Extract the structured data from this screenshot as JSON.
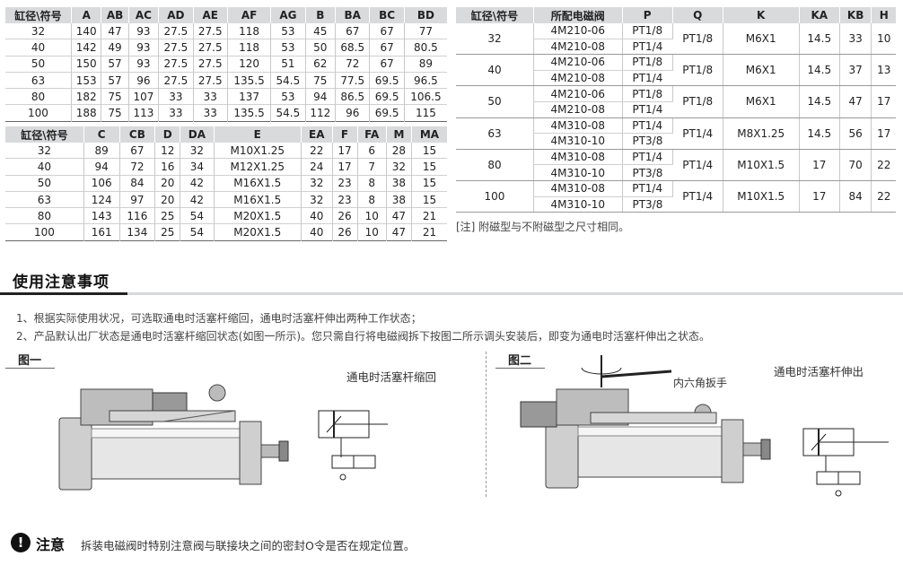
{
  "table1": {
    "headers": [
      "缸径\\符号",
      "A",
      "AB",
      "AC",
      "AD",
      "AE",
      "AF",
      "AG",
      "B",
      "BA",
      "BC",
      "BD"
    ],
    "rows": [
      [
        "32",
        "140",
        "47",
        "93",
        "27.5",
        "27.5",
        "118",
        "53",
        "45",
        "67",
        "67",
        "77"
      ],
      [
        "40",
        "142",
        "49",
        "93",
        "27.5",
        "27.5",
        "118",
        "53",
        "50",
        "68.5",
        "67",
        "80.5"
      ],
      [
        "50",
        "150",
        "57",
        "93",
        "27.5",
        "27.5",
        "120",
        "51",
        "62",
        "72",
        "67",
        "89"
      ],
      [
        "63",
        "153",
        "57",
        "96",
        "27.5",
        "27.5",
        "135.5",
        "54.5",
        "75",
        "77.5",
        "69.5",
        "96.5"
      ],
      [
        "80",
        "182",
        "75",
        "107",
        "33",
        "33",
        "137",
        "53",
        "94",
        "86.5",
        "69.5",
        "106.5"
      ],
      [
        "100",
        "188",
        "75",
        "113",
        "33",
        "33",
        "135.5",
        "54.5",
        "112",
        "96",
        "69.5",
        "115"
      ]
    ]
  },
  "table2": {
    "headers": [
      "缸径\\符号",
      "C",
      "CB",
      "D",
      "DA",
      "E",
      "EA",
      "F",
      "FA",
      "M",
      "MA"
    ],
    "rows": [
      [
        "32",
        "89",
        "67",
        "12",
        "32",
        "M10X1.25",
        "22",
        "17",
        "6",
        "28",
        "15"
      ],
      [
        "40",
        "94",
        "72",
        "16",
        "34",
        "M12X1.25",
        "24",
        "17",
        "7",
        "32",
        "15"
      ],
      [
        "50",
        "106",
        "84",
        "20",
        "42",
        "M16X1.5",
        "32",
        "23",
        "8",
        "38",
        "15"
      ],
      [
        "63",
        "124",
        "97",
        "20",
        "42",
        "M16X1.5",
        "32",
        "23",
        "8",
        "38",
        "15"
      ],
      [
        "80",
        "143",
        "116",
        "25",
        "54",
        "M20X1.5",
        "40",
        "26",
        "10",
        "47",
        "21"
      ],
      [
        "100",
        "161",
        "134",
        "25",
        "54",
        "M20X1.5",
        "40",
        "26",
        "10",
        "47",
        "21"
      ]
    ]
  },
  "table3": {
    "headers": [
      "缸径\\符号",
      "所配电磁阀",
      "P",
      "Q",
      "K",
      "KA",
      "KB",
      "H"
    ],
    "groups": [
      {
        "bore": "32",
        "valves": [
          "4M210-06",
          "4M210-08"
        ],
        "ports": [
          "PT1/8",
          "PT1/4"
        ],
        "q": "PT1/8",
        "k": "M6X1",
        "ka": "14.5",
        "kb": "33",
        "h": "10"
      },
      {
        "bore": "40",
        "valves": [
          "4M210-06",
          "4M210-08"
        ],
        "ports": [
          "PT1/8",
          "PT1/4"
        ],
        "q": "PT1/8",
        "k": "M6X1",
        "ka": "14.5",
        "kb": "37",
        "h": "13"
      },
      {
        "bore": "50",
        "valves": [
          "4M210-06",
          "4M210-08"
        ],
        "ports": [
          "PT1/8",
          "PT1/4"
        ],
        "q": "PT1/8",
        "k": "M6X1",
        "ka": "14.5",
        "kb": "47",
        "h": "17"
      },
      {
        "bore": "63",
        "valves": [
          "4M310-08",
          "4M310-10"
        ],
        "ports": [
          "PT1/4",
          "PT3/8"
        ],
        "q": "PT1/4",
        "k": "M8X1.25",
        "ka": "14.5",
        "kb": "56",
        "h": "17"
      },
      {
        "bore": "80",
        "valves": [
          "4M310-08",
          "4M310-10"
        ],
        "ports": [
          "PT1/4",
          "PT3/8"
        ],
        "q": "PT1/4",
        "k": "M10X1.5",
        "ka": "17",
        "kb": "70",
        "h": "22"
      },
      {
        "bore": "100",
        "valves": [
          "4M310-08",
          "4M310-10"
        ],
        "ports": [
          "PT1/4",
          "PT3/8"
        ],
        "q": "PT1/4",
        "k": "M10X1.5",
        "ka": "17",
        "kb": "84",
        "h": "22"
      }
    ]
  },
  "note": "[注] 附磁型与不附磁型之尺寸相同。",
  "section": {
    "title": "使用注意事项",
    "para1": "1、根据实际使用状况，可选取通电时活塞杆缩回，通电时活塞杆伸出两种工作状态；",
    "para2": "2、产品默认出厂状态是通电时活塞杆缩回状态(如图一所示)。您只需自行将电磁阀拆下按图二所示调头安装后，即变为通电时活塞杆伸出之状态。"
  },
  "figure1": {
    "label": "图一",
    "caption": "通电时活塞杆缩回"
  },
  "figure2": {
    "label": "图二",
    "caption": "通电时活塞杆伸出",
    "tool_label": "内六角扳手"
  },
  "warning": {
    "icon": "!",
    "title": "注意",
    "text": "拆装电磁阀时特别注意阀与联接块之间的密封O令是否在规定位置。"
  }
}
